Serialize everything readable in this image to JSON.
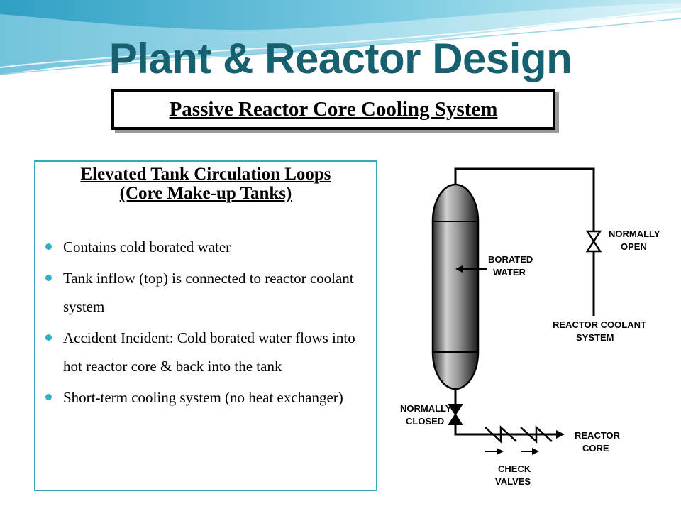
{
  "slide": {
    "title": "Plant & Reactor Design",
    "subtitle": "Passive Reactor Core Cooling System"
  },
  "panel": {
    "heading_line1": "Elevated Tank Circulation Loops",
    "heading_line2": "(Core Make-up Tanks)",
    "bullets": [
      "Contains cold borated water",
      "Tank inflow (top) is connected to reactor coolant system",
      "Accident Incident: Cold borated water flows into hot reactor core & back into the tank",
      "Short-term cooling system (no heat exchanger)"
    ]
  },
  "diagram": {
    "borated_water_1": "BORATED",
    "borated_water_2": "WATER",
    "normally_open_1": "NORMALLY",
    "normally_open_2": "OPEN",
    "reactor_coolant_1": "REACTOR COOLANT",
    "reactor_coolant_2": "SYSTEM",
    "normally_closed_1": "NORMALLY",
    "normally_closed_2": "CLOSED",
    "reactor_core_1": "REACTOR",
    "reactor_core_2": "CORE",
    "check_valves_1": "CHECK",
    "check_valves_2": "VALVES"
  },
  "colors": {
    "title": "#17606f",
    "panel_border": "#38a8b8",
    "bullet": "#2fb1c2"
  }
}
